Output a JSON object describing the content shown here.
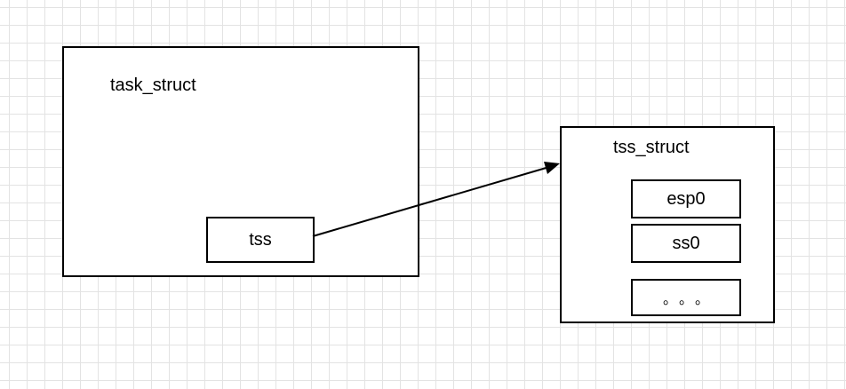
{
  "diagram": {
    "task_struct": {
      "title": "task_struct",
      "field": "tss"
    },
    "tss_struct": {
      "title": "tss_struct",
      "fields": [
        "esp0",
        "ss0",
        "。。。"
      ]
    }
  }
}
